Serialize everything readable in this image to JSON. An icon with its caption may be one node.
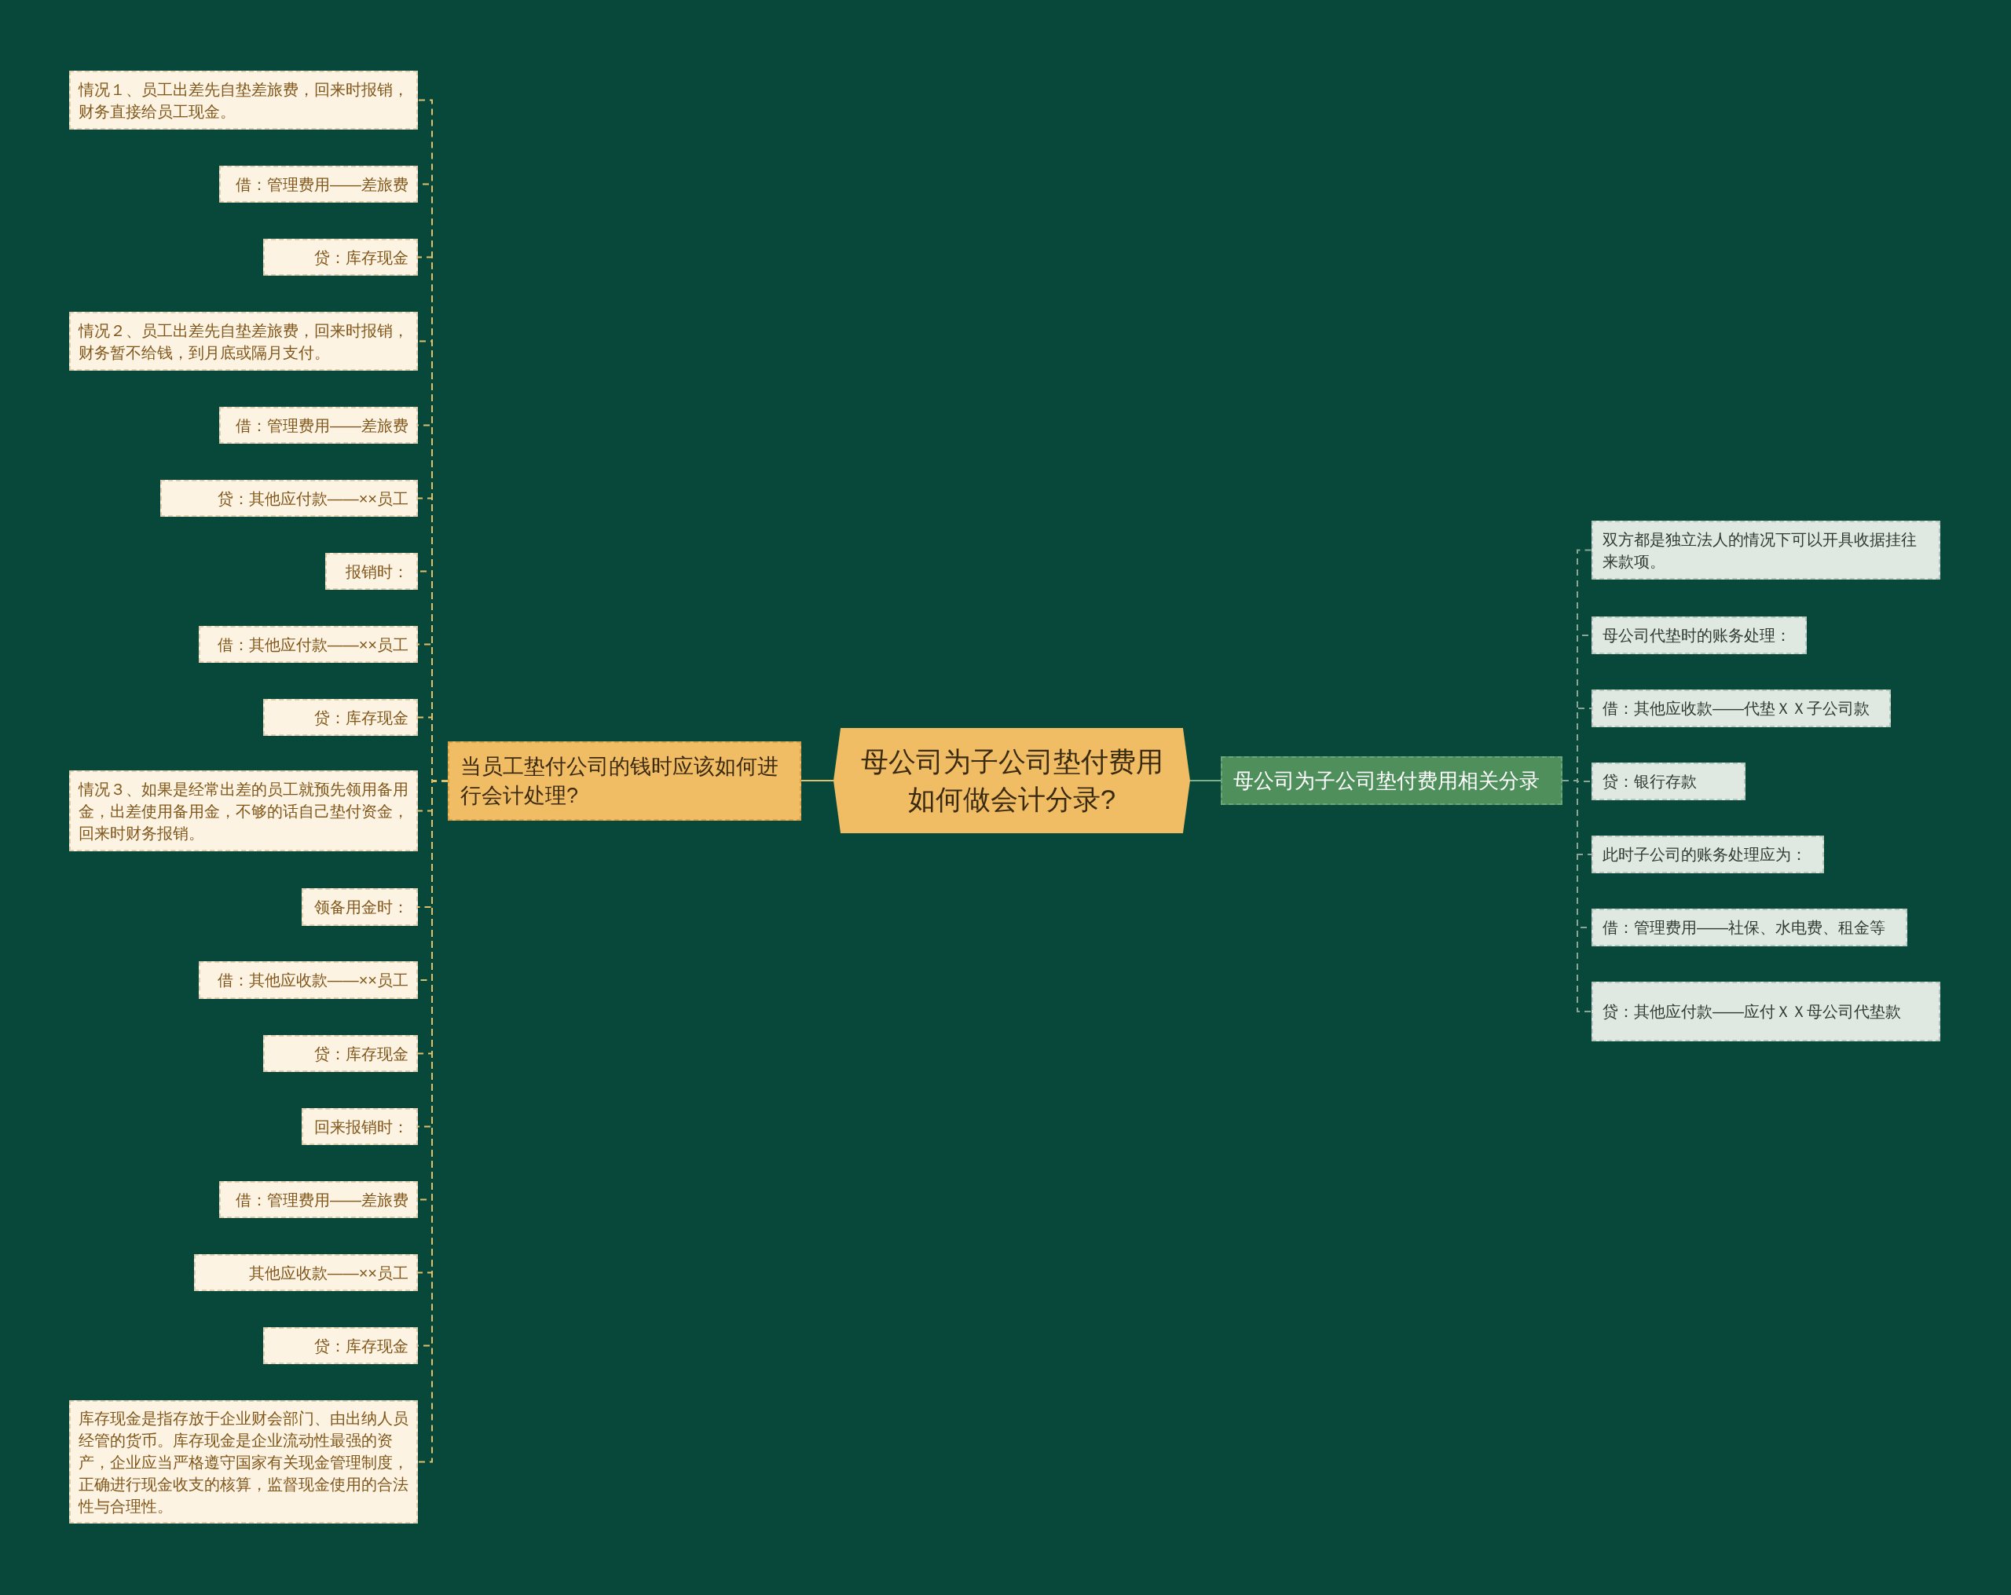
{
  "diagram": {
    "nodes": [
      {
        "text": [
          "母公司为子公司垫付费用如何做会计分录?"
        ]
      },
      {
        "text": [
          "当员工垫付公司的钱时应该如何进行会计处理?"
        ]
      },
      {
        "text": [
          "情况１、员工出差先自垫差旅费，回来时报销，财务直接给员工现金。"
        ]
      },
      {
        "text": [
          "借：管理费用——差旅费"
        ]
      },
      {
        "text": [
          "贷：库存现金"
        ]
      },
      {
        "text": [
          "情况２、员工出差先自垫差旅费，回来时报销，财务暂不给钱，到月底或隔月支付。"
        ]
      },
      {
        "text": [
          "借：管理费用——差旅费"
        ]
      },
      {
        "text": [
          "贷：其他应付款——××员工"
        ]
      },
      {
        "text": [
          "报销时："
        ]
      },
      {
        "text": [
          "借：其他应付款——××员工"
        ]
      },
      {
        "text": [
          "贷：库存现金"
        ]
      },
      {
        "text": [
          "情况３、如果是经常出差的员工就预先领用备用金，出差使用备用金，不够的话自己垫付资金，回来时财务报销。"
        ]
      },
      {
        "text": [
          "领备用金时："
        ]
      },
      {
        "text": [
          "借：其他应收款——××员工"
        ]
      },
      {
        "text": [
          "贷：库存现金"
        ]
      },
      {
        "text": [
          "回来报销时："
        ]
      },
      {
        "text": [
          "借：管理费用——差旅费"
        ]
      },
      {
        "text": [
          "其他应收款——××员工"
        ]
      },
      {
        "text": [
          "贷：库存现金"
        ]
      },
      {
        "text": [
          "库存现金是指存放于企业财会部门、由出纳人员经管的货币。库存现金是企业流动性最强的资产，企业应当严格遵守国家有关现金管理制度，正确进行现金收支的核算，监督现金使用的合法性与合理性。"
        ]
      },
      {
        "text": [
          "母公司为子公司垫付费用相关分录"
        ]
      },
      {
        "text": [
          "双方都是独立法人的情况下可以开具收据挂往来款项。"
        ]
      },
      {
        "text": [
          "母公司代垫时的账务处理："
        ]
      },
      {
        "text": [
          "借：其他应收款——代垫ＸＸ子公司款"
        ]
      },
      {
        "text": [
          "贷：银行存款"
        ]
      },
      {
        "text": [
          "此时子公司的账务处理应为："
        ]
      },
      {
        "text": [
          "借：管理费用——社保、水电费、租金等"
        ]
      },
      {
        "text": [
          "贷：其他应付款——应付ＸＸ母公司代垫款"
        ]
      }
    ],
    "edges": [
      {
        "from": 0,
        "to": 1,
        "arrow": "none"
      },
      {
        "from": 0,
        "to": 20,
        "arrow": "none",
        "color": "#7fb08a"
      },
      {
        "from": 1,
        "to": 2,
        "arrow": "none",
        "style": "dashed"
      },
      {
        "from": 1,
        "to": 3,
        "arrow": "none",
        "style": "dashed"
      },
      {
        "from": 1,
        "to": 4,
        "arrow": "none",
        "style": "dashed"
      },
      {
        "from": 1,
        "to": 5,
        "arrow": "none",
        "style": "dashed"
      },
      {
        "from": 1,
        "to": 6,
        "arrow": "none",
        "style": "dashed"
      },
      {
        "from": 1,
        "to": 7,
        "arrow": "none",
        "style": "dashed"
      },
      {
        "from": 1,
        "to": 8,
        "arrow": "none",
        "style": "dashed"
      },
      {
        "from": 1,
        "to": 9,
        "arrow": "none",
        "style": "dashed"
      },
      {
        "from": 1,
        "to": 10,
        "arrow": "none",
        "style": "dashed"
      },
      {
        "from": 1,
        "to": 11,
        "arrow": "none",
        "style": "dashed"
      },
      {
        "from": 1,
        "to": 12,
        "arrow": "none",
        "style": "dashed"
      },
      {
        "from": 1,
        "to": 13,
        "arrow": "none",
        "style": "dashed"
      },
      {
        "from": 1,
        "to": 14,
        "arrow": "none",
        "style": "dashed"
      },
      {
        "from": 1,
        "to": 15,
        "arrow": "none",
        "style": "dashed"
      },
      {
        "from": 1,
        "to": 16,
        "arrow": "none",
        "style": "dashed"
      },
      {
        "from": 1,
        "to": 17,
        "arrow": "none",
        "style": "dashed"
      },
      {
        "from": 1,
        "to": 18,
        "arrow": "none",
        "style": "dashed"
      },
      {
        "from": 1,
        "to": 19,
        "arrow": "none",
        "style": "dashed"
      },
      {
        "from": 20,
        "to": 21,
        "arrow": "none",
        "style": "dashed",
        "color": "#8da597"
      },
      {
        "from": 20,
        "to": 22,
        "arrow": "none",
        "style": "dashed",
        "color": "#8da597"
      },
      {
        "from": 20,
        "to": 23,
        "arrow": "none",
        "style": "dashed",
        "color": "#8da597"
      },
      {
        "from": 20,
        "to": 24,
        "arrow": "none",
        "style": "dashed",
        "color": "#8da597"
      },
      {
        "from": 20,
        "to": 25,
        "arrow": "none",
        "style": "dashed",
        "color": "#8da597"
      },
      {
        "from": 20,
        "to": 26,
        "arrow": "none",
        "style": "dashed",
        "color": "#8da597"
      },
      {
        "from": 20,
        "to": 27,
        "arrow": "none",
        "style": "dashed",
        "color": "#8da597"
      }
    ]
  }
}
